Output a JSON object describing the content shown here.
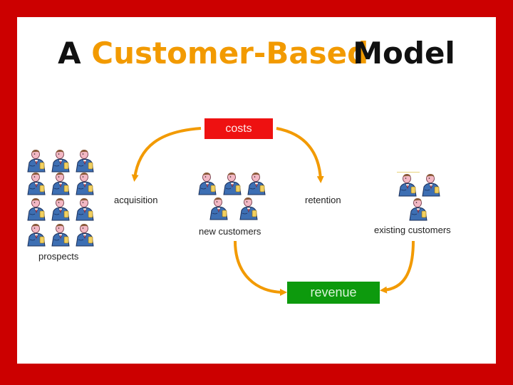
{
  "title": {
    "part1": "A ",
    "part2": "Customer-Based",
    "part3": "Model"
  },
  "diagram": {
    "costs_label": "costs",
    "revenue_label": "revenue",
    "acquisition_label": "acquisition",
    "retention_label": "retention",
    "prospects_label": "prospects",
    "new_customers_label": "new customers",
    "existing_customers_label": "existing customers"
  },
  "colors": {
    "border": "#cc0000",
    "accent": "#f29a00",
    "arrow": "#f29a00",
    "costs_box": "#ee1111",
    "revenue_box": "#0d9a0d"
  },
  "icons": {
    "person": "customer-person-icon",
    "arrow": "curved-arrow-icon"
  },
  "groups": {
    "prospects_count": 12,
    "new_customers_count": 5,
    "existing_customers_count": 3
  }
}
